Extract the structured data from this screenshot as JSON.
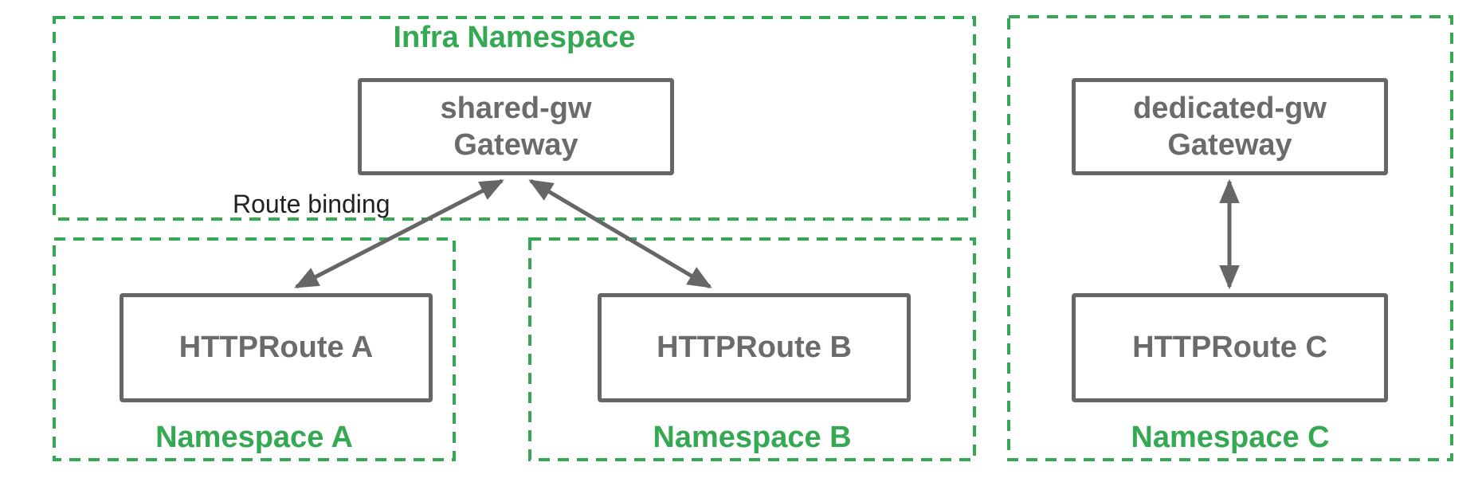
{
  "colors": {
    "namespace_green": "#34a853",
    "node_gray": "#666666",
    "annotation_black": "#202124",
    "background": "#ffffff"
  },
  "infra_namespace": {
    "title": "Infra Namespace",
    "gateway_name": "shared-gw",
    "gateway_kind": "Gateway"
  },
  "namespace_a": {
    "title": "Namespace A",
    "route_label": "HTTPRoute A"
  },
  "namespace_b": {
    "title": "Namespace B",
    "route_label": "HTTPRoute B"
  },
  "namespace_c": {
    "title": "Namespace C",
    "gateway_name": "dedicated-gw",
    "gateway_kind": "Gateway",
    "route_label": "HTTPRoute C"
  },
  "annotations": {
    "route_binding": "Route binding"
  },
  "edges": [
    {
      "from": "HTTPRoute A",
      "to": "shared-gw Gateway",
      "bidirectional": true
    },
    {
      "from": "HTTPRoute B",
      "to": "shared-gw Gateway",
      "bidirectional": true
    },
    {
      "from": "HTTPRoute C",
      "to": "dedicated-gw Gateway",
      "bidirectional": true
    }
  ]
}
